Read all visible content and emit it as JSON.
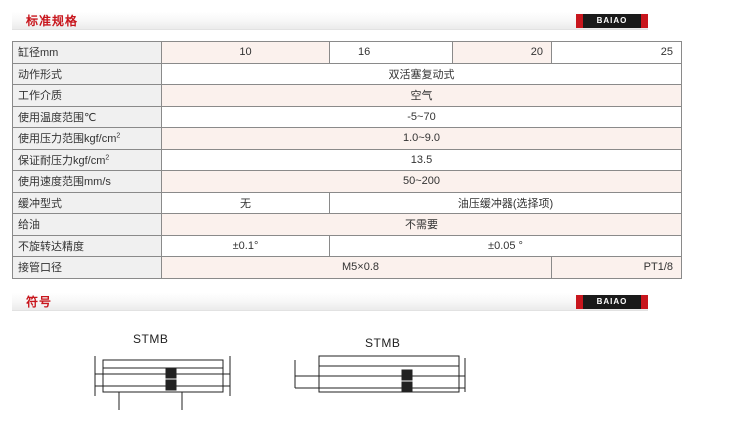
{
  "sections": {
    "spec_title": "标准规格",
    "symbol_title": "符号",
    "brand": "BAIAO"
  },
  "rows": {
    "bore": {
      "label": "缸径mm",
      "v1": "10",
      "v2": "16",
      "v3": "20",
      "v4": "25"
    },
    "action": {
      "label": "动作形式",
      "value": "双活塞复动式"
    },
    "medium": {
      "label": "工作介质",
      "value": "空气"
    },
    "temp": {
      "label": "使用温度范围℃",
      "value": "-5~70"
    },
    "pressure": {
      "label": "使用压力范围kgf/cm",
      "sup": "2",
      "value": "1.0~9.0"
    },
    "proof": {
      "label": "保证耐压力kgf/cm",
      "sup": "2",
      "value": "13.5"
    },
    "speed": {
      "label": "使用速度范围mm/s",
      "value": "50~200"
    },
    "cushion": {
      "label": "缓冲型式",
      "v1": "无",
      "v2": "油压缓冲器(选择项)"
    },
    "lube": {
      "label": "给油",
      "value": "不需要"
    },
    "nonrot": {
      "label": "不旋转达精度",
      "v1": "±0.1°",
      "v2": "±0.05 °"
    },
    "port": {
      "label": "接管口径",
      "v1": "M5×0.8",
      "v2": "PT1/8"
    }
  },
  "diagrams": {
    "left": "STMB",
    "right": "STMB"
  },
  "colors": {
    "accent": "#c8161d",
    "label_bg": "#f0f0f0",
    "value_bg": "#fbf1ed",
    "border": "#8a8a8a"
  }
}
